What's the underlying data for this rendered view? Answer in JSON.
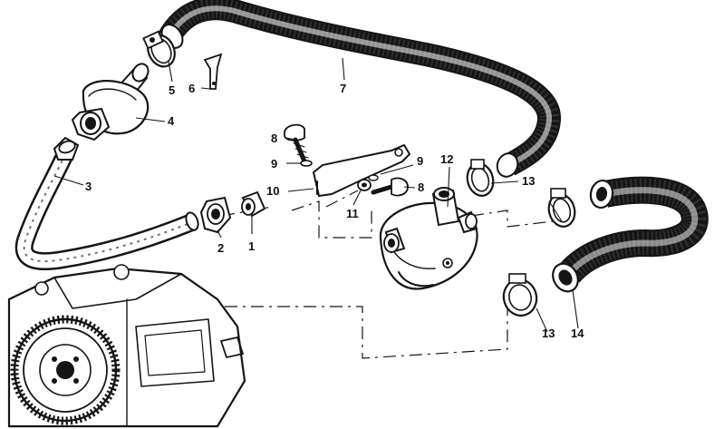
{
  "callouts": {
    "c1": "1",
    "c2": "2",
    "c3": "3",
    "c4": "4",
    "c5": "5",
    "c6": "6",
    "c7": "7",
    "c8a": "8",
    "c8b": "8",
    "c9a": "9",
    "c9b": "9",
    "c10": "10",
    "c11": "11",
    "c12": "12",
    "c13a": "13",
    "c13b": "13",
    "c14": "14"
  }
}
